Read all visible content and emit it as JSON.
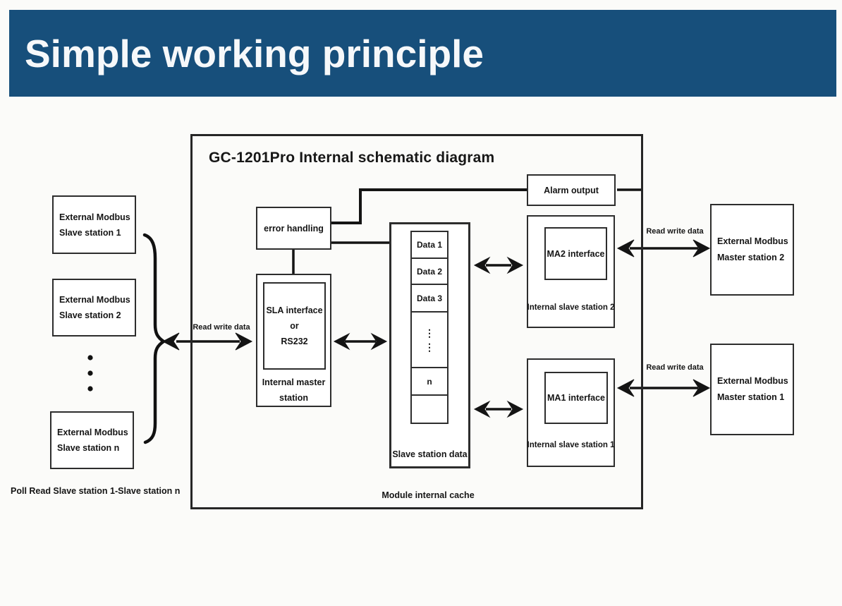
{
  "banner": {
    "title": "Simple working principle",
    "bg_color": "#174f7b",
    "text_color": "#f6f8fa"
  },
  "diagram": {
    "title": "GC-1201Pro Internal schematic diagram",
    "slave_boxes": [
      {
        "line1": "External Modbus",
        "line2": "Slave station 1"
      },
      {
        "line1": "External Modbus",
        "line2": "Slave station 2"
      },
      {
        "line1": "External Modbus",
        "line2": "Slave station n"
      }
    ],
    "poll_note": "Poll Read Slave station 1-Slave station n",
    "read_write_left": "Read write data",
    "read_write_right_top": "Read write data",
    "read_write_right_bottom": "Read write data",
    "error_handling": "error handling",
    "alarm_output": "Alarm output",
    "sla": {
      "line1": "SLA interface",
      "line2": "or",
      "line3": "RS232",
      "caption1": "Internal master",
      "caption2": "station"
    },
    "stack": {
      "cells": [
        "Data 1",
        "Data 2",
        "Data 3"
      ],
      "dots": "⋮",
      "n_cell": "n",
      "empty_cell": "",
      "caption": "Slave station data"
    },
    "ma2": {
      "label": "MA2 interface",
      "caption": "Internal slave station 2"
    },
    "ma1": {
      "label": "MA1 interface",
      "caption": "Internal slave station 1"
    },
    "master2": {
      "line1": "External Modbus",
      "line2": "Master station 2"
    },
    "master1": {
      "line1": "External Modbus",
      "line2": "Master station 1"
    },
    "cache_note": "Module internal cache",
    "line_color": "#141414"
  }
}
